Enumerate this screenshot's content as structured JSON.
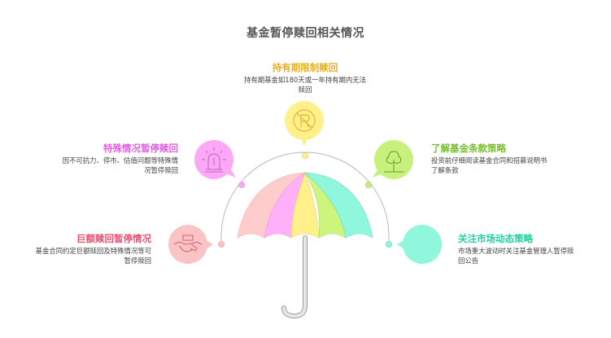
{
  "title": "基金暂停赎回相关情况",
  "items": [
    {
      "id": "holding-period",
      "heading": "持有期限制赎回",
      "description": "持有期基金如180天或一年持有期内无法赎回",
      "description_lines": [
        "持有期基金如180天或一年持有期内无法",
        "赎回"
      ],
      "icon": "no-parking-r-icon",
      "color": "#fff08c",
      "heading_color": "#e8b020"
    },
    {
      "id": "special-situation",
      "heading": "特殊情况暂停赎回",
      "description": "因不可抗力、停市、估值问题等特殊情况暂停赎回",
      "description_lines": [
        "因不可抗力、停市、估值问题等特殊情",
        "况暂停赎回"
      ],
      "icon": "alarm-siren-icon",
      "color": "#fba9f6",
      "heading_color": "#e060e0"
    },
    {
      "id": "fund-terms",
      "heading": "了解基金条款策略",
      "description": "投资前仔细阅读基金合同和招募说明书了解条款",
      "description_lines": [
        "投资前仔细阅读基金合同和招募说明书",
        "了解条款"
      ],
      "icon": "tree-icon",
      "color": "#c8f07c",
      "heading_color": "#78c030"
    },
    {
      "id": "large-redemption",
      "heading": "巨额赎回暂停情况",
      "description": "基金合同约定巨额赎回及特殊情况等可暂停赎回",
      "description_lines": [
        "基金合同约定巨额赎回及特殊情况等可",
        "暂停赎回"
      ],
      "icon": "handshake-icon",
      "color": "#fbc4c4",
      "heading_color": "#e85070"
    },
    {
      "id": "market-dynamics",
      "heading": "关注市场动态策略",
      "description": "市场重大波动时关注基金管理人暂停赎回公告",
      "description_lines": [
        "市场重大波动时关注基金管理人暂停赎",
        "回公告"
      ],
      "icon": "blank-icon",
      "color": "#90f6dc",
      "heading_color": "#20d0a0"
    }
  ],
  "umbrella": {
    "panel_colors": [
      "#ffcccc",
      "#ffb0f8",
      "#fff08c",
      "#cdf57c",
      "#90f6dc"
    ],
    "handle_color": "#e6e6e8"
  }
}
